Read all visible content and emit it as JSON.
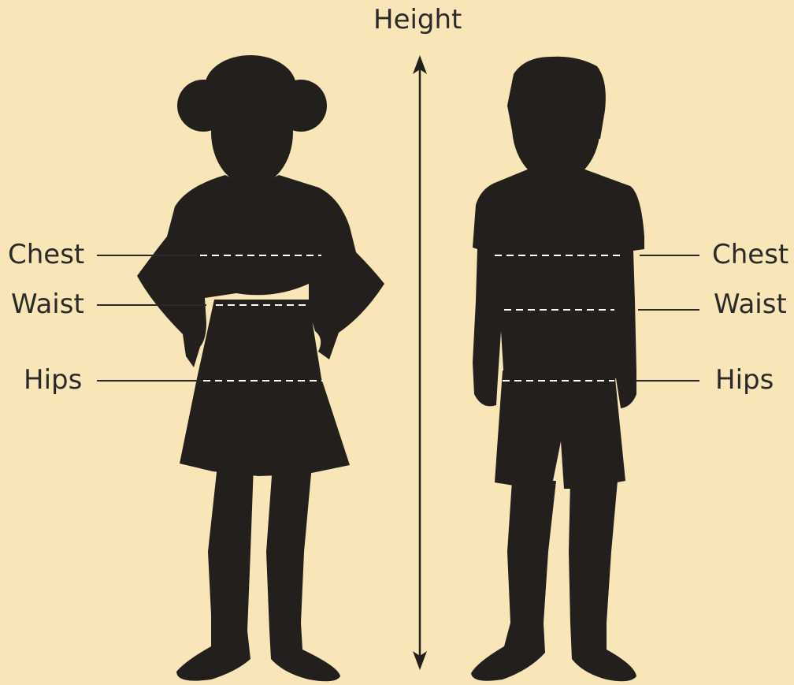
{
  "colors": {
    "background": "#f8e6b8",
    "silhouette": "#231f1c",
    "ink": "#2b2a28",
    "dash": "#ffffff"
  },
  "title": "Height",
  "figures": {
    "girl": {
      "labels": {
        "chest": "Chest",
        "waist": "Waist",
        "hips": "Hips"
      }
    },
    "boy": {
      "labels": {
        "chest": "Chest",
        "waist": "Waist",
        "hips": "Hips"
      }
    }
  }
}
